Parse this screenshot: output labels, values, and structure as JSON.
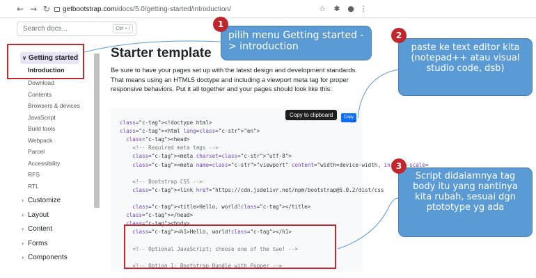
{
  "browser": {
    "domain": "getbootstrap.com",
    "path": "/docs/5.0/getting-started/introduction/"
  },
  "sidebar": {
    "search_placeholder": "Search docs...",
    "search_shortcut": "Ctrl + /",
    "group_title": "Getting started",
    "active_item": "Introduction",
    "items": [
      "Download",
      "Contents",
      "Browsers & devices",
      "JavaScript",
      "Build tools",
      "Webpack",
      "Parcel",
      "Accessibility",
      "RFS",
      "RTL"
    ],
    "sections": [
      "Customize",
      "Layout",
      "Content",
      "Forms",
      "Components"
    ]
  },
  "main": {
    "heading": "Starter template",
    "paragraph": "Be sure to have your pages set up with the latest design and development standards. That means using an HTML5 doctype and including a viewport meta tag for proper responsive behaviors. Put it all together and your pages should look like this:",
    "tooltip": "Copy to clipboard",
    "copy_button": "Copy",
    "code_lines": [
      "<!doctype html>",
      "<html lang=\"en\">",
      "  <head>",
      "    <!-- Required meta tags -->",
      "    <meta charset=\"utf-8\">",
      "    <meta name=\"viewport\" content=\"width=device-width, initial-scale=",
      "",
      "    <!-- Bootstrap CSS -->",
      "    <link href=\"https://cdn.jsdelivr.net/npm/bootstrap@5.0.2/dist/css",
      "",
      "    <title>Hello, world!</title>",
      "  </head>",
      "  <body>",
      "    <h1>Hello, world!</h1>",
      "",
      "    <!-- Optional JavaScript; choose one of the two! -->",
      "",
      "    <!-- Option 1: Bootstrap Bundle with Popper -->"
    ]
  },
  "annotations": [
    {
      "number": "1",
      "text": "pilih menu Getting started -> introduction"
    },
    {
      "number": "2",
      "text": "paste ke text editor kita (notepad++ atau visual studio code, dsb)"
    },
    {
      "number": "3",
      "text": "Script didalamnya tag body itu yang nantinya kita rubah, sesuai dgn ptototype yg ada"
    }
  ],
  "colors": {
    "callout_fill": "#5b9bd5",
    "badge_fill": "#c0262c",
    "highlight_border": "#c0262c",
    "sidebar_active_bg": "#e9e4f4",
    "copy_button": "#0d6efd"
  },
  "icons": [
    "back-arrow-icon",
    "forward-arrow-icon",
    "reload-icon",
    "lock-icon",
    "star-icon",
    "extensions-icon",
    "profile-icon",
    "menu-dots-icon",
    "chevron-down-icon",
    "chevron-right-icon",
    "cursor-pointer-icon"
  ]
}
